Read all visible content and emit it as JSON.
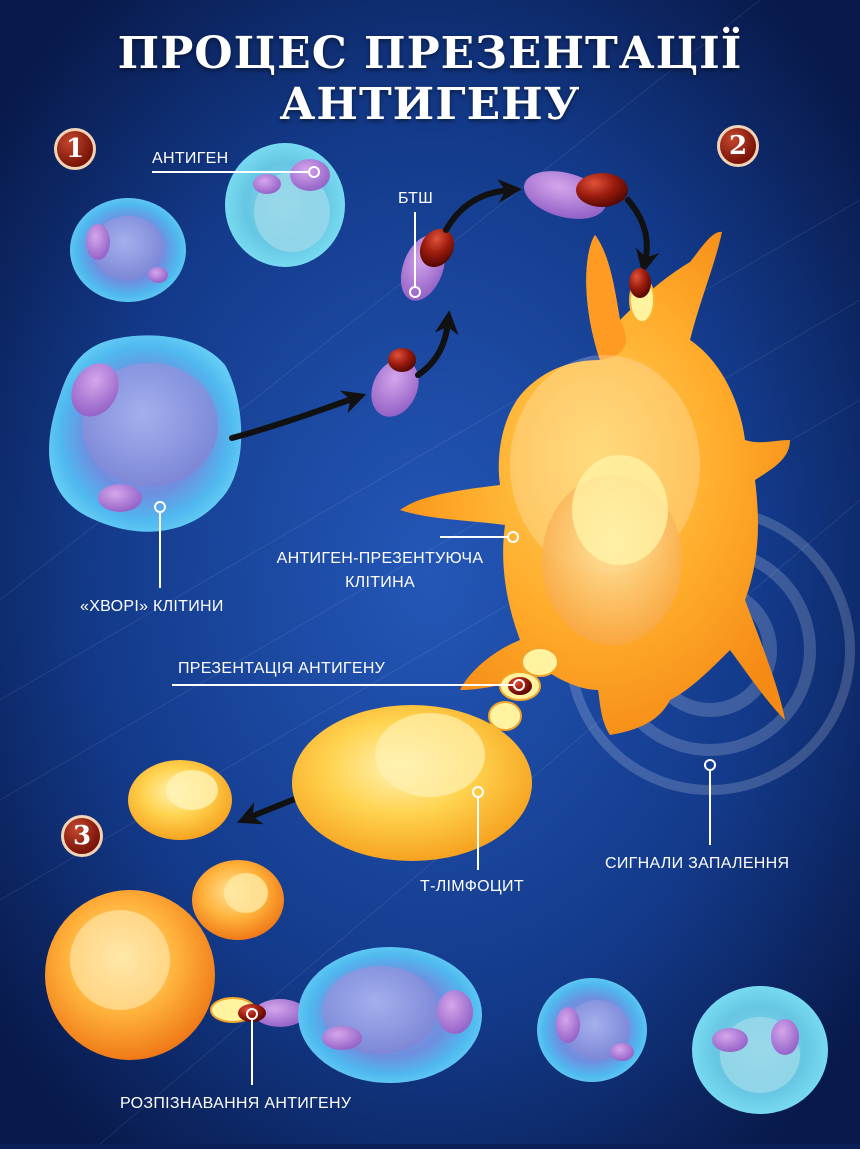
{
  "title": "ПРОЦЕС ПРЕЗЕНТАЦІЇ АНТИГЕНУ",
  "steps": [
    "1",
    "2",
    "3"
  ],
  "labels": {
    "antigen": "АНТИГЕН",
    "btsh": "БТШ",
    "sick_cells": "«ХВОРІ» КЛІТИНИ",
    "apc_line1": "АНТИГЕН-ПРЕЗЕНТУЮЧА",
    "apc_line2": "КЛІТИНА",
    "presentation": "ПРЕЗЕНТАЦІЯ АНТИГЕНУ",
    "t_lymphocyte": "Т-ЛІМФОЦИТ",
    "inflammation": "СИГНАЛИ ЗАПАЛЕННЯ",
    "recognition": "РОЗПІЗНАВАННЯ АНТИГЕНУ"
  },
  "colors": {
    "background_center": "#1f4fb0",
    "background_edge": "#0a1a4a",
    "sick_cell": "#5fc6f0",
    "apc": "#f7931e",
    "t_cell": "#ffc94a",
    "antigen": "#b07ad8",
    "hsp": "#8e1a0e",
    "step_badge": "#9b2a16"
  }
}
